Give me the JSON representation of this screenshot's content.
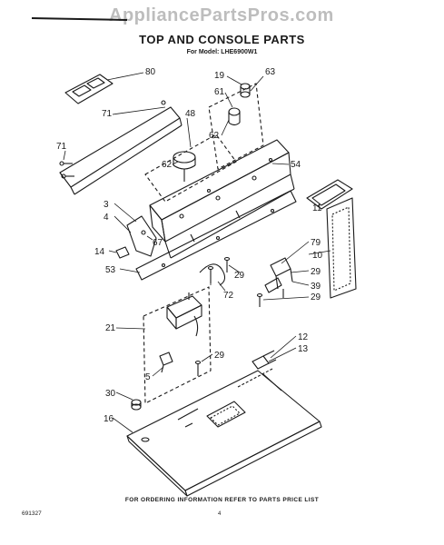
{
  "watermark": "AppliancePartsPros.com",
  "title": "TOP AND CONSOLE PARTS",
  "model_line": "For Model: LHE6900W1",
  "footer_note": "FOR ORDERING INFORMATION REFER TO PARTS PRICE LIST",
  "diagram_code": "691327",
  "page_number": "4",
  "callouts": [
    {
      "label": "80"
    },
    {
      "label": "71"
    },
    {
      "label": "48"
    },
    {
      "label": "19"
    },
    {
      "label": "63"
    },
    {
      "label": "61"
    },
    {
      "label": "62"
    },
    {
      "label": "71"
    },
    {
      "label": "62"
    },
    {
      "label": "54"
    },
    {
      "label": "3"
    },
    {
      "label": "4"
    },
    {
      "label": "67"
    },
    {
      "label": "14"
    },
    {
      "label": "53"
    },
    {
      "label": "11"
    },
    {
      "label": "79"
    },
    {
      "label": "10"
    },
    {
      "label": "29"
    },
    {
      "label": "29"
    },
    {
      "label": "39"
    },
    {
      "label": "29"
    },
    {
      "label": "72"
    },
    {
      "label": "21"
    },
    {
      "label": "12"
    },
    {
      "label": "13"
    },
    {
      "label": "29"
    },
    {
      "label": "5"
    },
    {
      "label": "30"
    },
    {
      "label": "16"
    }
  ]
}
